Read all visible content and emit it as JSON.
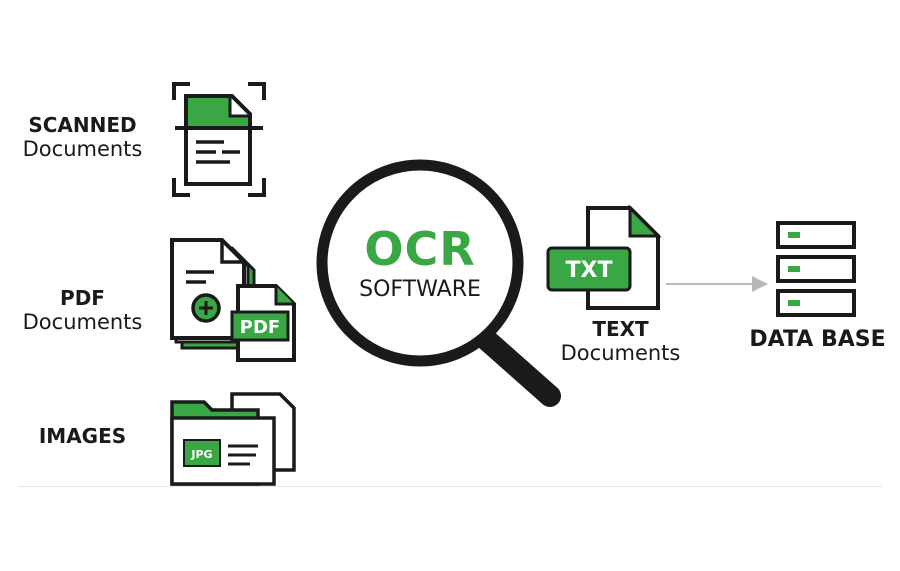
{
  "inputs": {
    "scanned": {
      "line1": "SCANNED",
      "line2": "Documents"
    },
    "pdf": {
      "line1": "PDF",
      "line2": "Documents",
      "badge": "PDF"
    },
    "images": {
      "line1": "IMAGES",
      "badge": "JPG"
    }
  },
  "center": {
    "title": "OCR",
    "subtitle": "SOFTWARE"
  },
  "output": {
    "badge": "TXT",
    "line1": "TEXT",
    "line2": "Documents"
  },
  "destination": {
    "label": "DATA BASE"
  },
  "colors": {
    "accent": "#38a744",
    "ink": "#1a1a1a",
    "arrow": "#b8b8b8"
  }
}
